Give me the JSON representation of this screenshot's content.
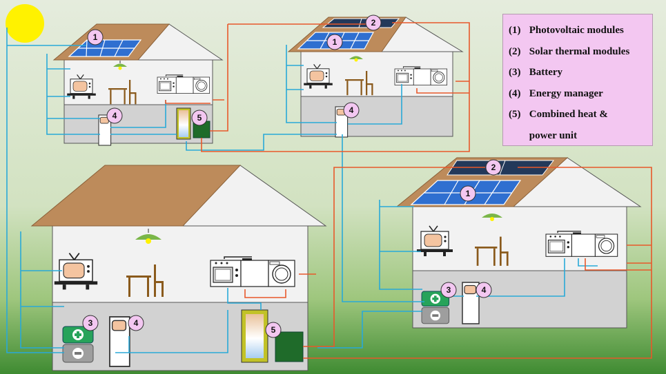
{
  "legend": [
    {
      "num": "(1)",
      "label": "Photovoltaic modules"
    },
    {
      "num": "(2)",
      "label": "Solar thermal modules"
    },
    {
      "num": "(3)",
      "label": "Battery"
    },
    {
      "num": "(4)",
      "label": "Energy manager"
    },
    {
      "num": "(5)",
      "label": "Combined heat &",
      "label2": "power unit"
    }
  ],
  "markers": {
    "pv": "1",
    "thermal": "2",
    "battery": "3",
    "manager": "4",
    "chp": "5"
  },
  "colors": {
    "electric_line": "#29a9d8",
    "heat_line": "#e8582a",
    "roof": "#bd8b5b",
    "solar_panel": "#2f6fd0",
    "thermal_panel": "#23395a",
    "marker_fill": "#f3c7f1",
    "battery_green": "#27a35a",
    "chp_green": "#1f6b2a",
    "sun": "#fff200"
  }
}
